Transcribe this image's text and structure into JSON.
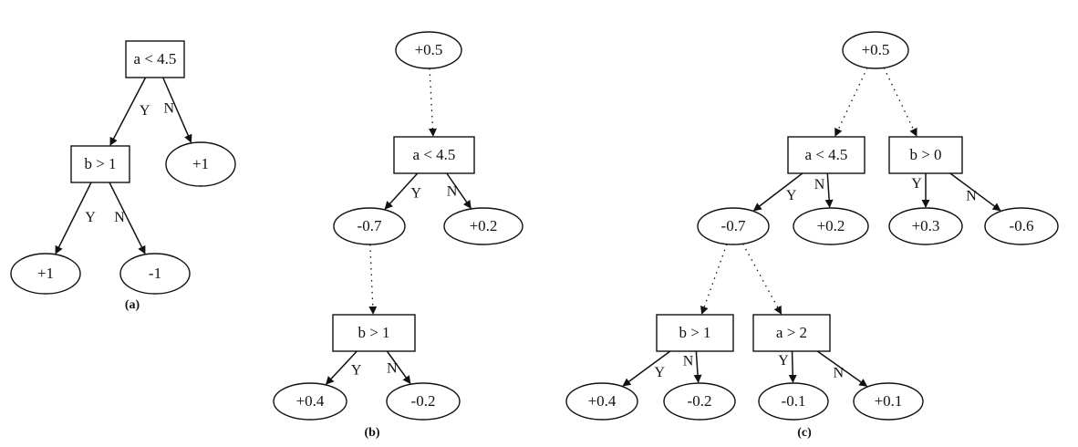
{
  "diagrams": [
    {
      "caption": "(a)",
      "nodes": [
        {
          "id": "a_root",
          "shape": "rect",
          "label": "a < 4.5"
        },
        {
          "id": "a_b",
          "shape": "rect",
          "label": "b > 1"
        },
        {
          "id": "a_r1",
          "shape": "ellipse",
          "label": "+1"
        },
        {
          "id": "a_l1",
          "shape": "ellipse",
          "label": "+1"
        },
        {
          "id": "a_l2",
          "shape": "ellipse",
          "label": "-1"
        }
      ],
      "edges": [
        {
          "from": "a_root",
          "to": "a_b",
          "label": "Y",
          "style": "solid"
        },
        {
          "from": "a_root",
          "to": "a_r1",
          "label": "N",
          "style": "solid"
        },
        {
          "from": "a_b",
          "to": "a_l1",
          "label": "Y",
          "style": "solid"
        },
        {
          "from": "a_b",
          "to": "a_l2",
          "label": "N",
          "style": "solid"
        }
      ]
    },
    {
      "caption": "(b)",
      "nodes": [
        {
          "id": "b_top",
          "shape": "ellipse",
          "label": "+0.5"
        },
        {
          "id": "b_root",
          "shape": "rect",
          "label": "a < 4.5"
        },
        {
          "id": "b_m07",
          "shape": "ellipse",
          "label": "-0.7"
        },
        {
          "id": "b_p02",
          "shape": "ellipse",
          "label": "+0.2"
        },
        {
          "id": "b_b",
          "shape": "rect",
          "label": "b > 1"
        },
        {
          "id": "b_p04",
          "shape": "ellipse",
          "label": "+0.4"
        },
        {
          "id": "b_m02",
          "shape": "ellipse",
          "label": "-0.2"
        }
      ],
      "edges": [
        {
          "from": "b_top",
          "to": "b_root",
          "label": "",
          "style": "dotted"
        },
        {
          "from": "b_root",
          "to": "b_m07",
          "label": "Y",
          "style": "solid"
        },
        {
          "from": "b_root",
          "to": "b_p02",
          "label": "N",
          "style": "solid"
        },
        {
          "from": "b_m07",
          "to": "b_b",
          "label": "",
          "style": "dotted"
        },
        {
          "from": "b_b",
          "to": "b_p04",
          "label": "Y",
          "style": "solid"
        },
        {
          "from": "b_b",
          "to": "b_m02",
          "label": "N",
          "style": "solid"
        }
      ]
    },
    {
      "caption": "(c)",
      "nodes": [
        {
          "id": "c_top",
          "shape": "ellipse",
          "label": "+0.5"
        },
        {
          "id": "c_root",
          "shape": "rect",
          "label": "a < 4.5"
        },
        {
          "id": "c_bgt0",
          "shape": "rect",
          "label": "b > 0"
        },
        {
          "id": "c_m07",
          "shape": "ellipse",
          "label": "-0.7"
        },
        {
          "id": "c_p02",
          "shape": "ellipse",
          "label": "+0.2"
        },
        {
          "id": "c_p03",
          "shape": "ellipse",
          "label": "+0.3"
        },
        {
          "id": "c_m06",
          "shape": "ellipse",
          "label": "-0.6"
        },
        {
          "id": "c_b",
          "shape": "rect",
          "label": "b > 1"
        },
        {
          "id": "c_a2",
          "shape": "rect",
          "label": "a > 2"
        },
        {
          "id": "c_p04",
          "shape": "ellipse",
          "label": "+0.4"
        },
        {
          "id": "c_m02",
          "shape": "ellipse",
          "label": "-0.2"
        },
        {
          "id": "c_m01",
          "shape": "ellipse",
          "label": "-0.1"
        },
        {
          "id": "c_p01",
          "shape": "ellipse",
          "label": "+0.1"
        }
      ],
      "edges": [
        {
          "from": "c_top",
          "to": "c_root",
          "label": "",
          "style": "dotted"
        },
        {
          "from": "c_top",
          "to": "c_bgt0",
          "label": "",
          "style": "dotted"
        },
        {
          "from": "c_root",
          "to": "c_m07",
          "label": "Y",
          "style": "solid"
        },
        {
          "from": "c_root",
          "to": "c_p02",
          "label": "N",
          "style": "solid"
        },
        {
          "from": "c_bgt0",
          "to": "c_p03",
          "label": "Y",
          "style": "solid"
        },
        {
          "from": "c_bgt0",
          "to": "c_m06",
          "label": "N",
          "style": "solid"
        },
        {
          "from": "c_m07",
          "to": "c_b",
          "label": "",
          "style": "dotted"
        },
        {
          "from": "c_m07",
          "to": "c_a2",
          "label": "",
          "style": "dotted"
        },
        {
          "from": "c_b",
          "to": "c_p04",
          "label": "Y",
          "style": "solid"
        },
        {
          "from": "c_b",
          "to": "c_m02",
          "label": "N",
          "style": "solid"
        },
        {
          "from": "c_a2",
          "to": "c_m01",
          "label": "Y",
          "style": "solid"
        },
        {
          "from": "c_a2",
          "to": "c_p01",
          "label": "N",
          "style": "solid"
        }
      ]
    }
  ]
}
